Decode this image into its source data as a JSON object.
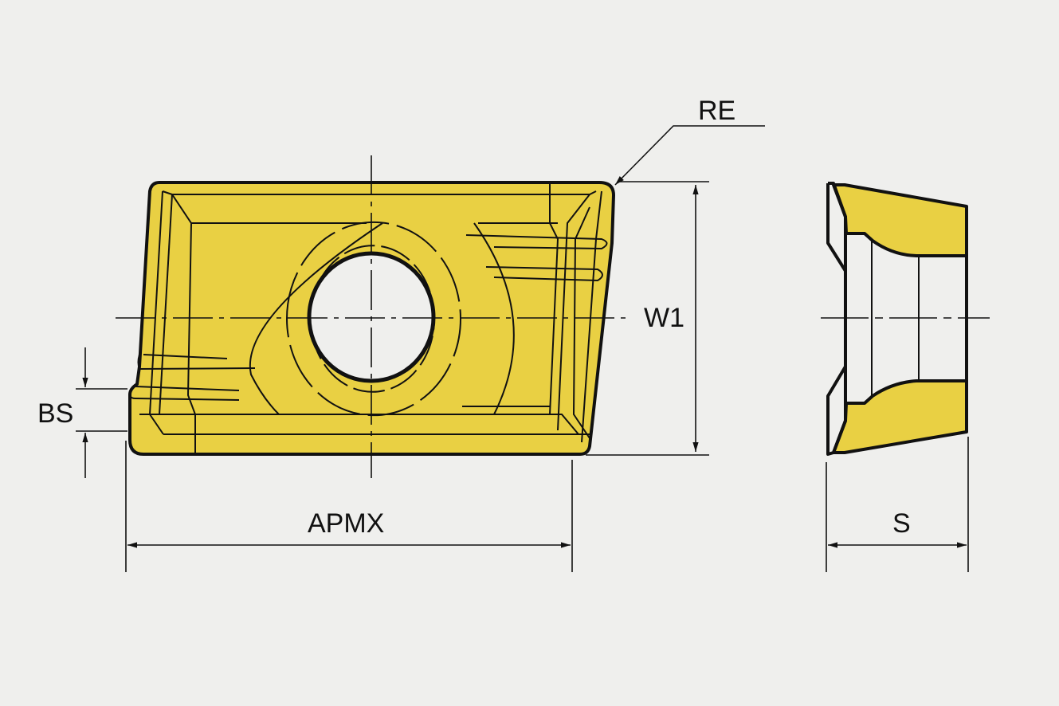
{
  "labels": {
    "re": "RE",
    "w1": "W1",
    "bs": "BS",
    "apmx": "APMX",
    "s": "S"
  },
  "colors": {
    "insert_fill": "#e9d043",
    "line": "#111111",
    "background": "#efefed"
  }
}
